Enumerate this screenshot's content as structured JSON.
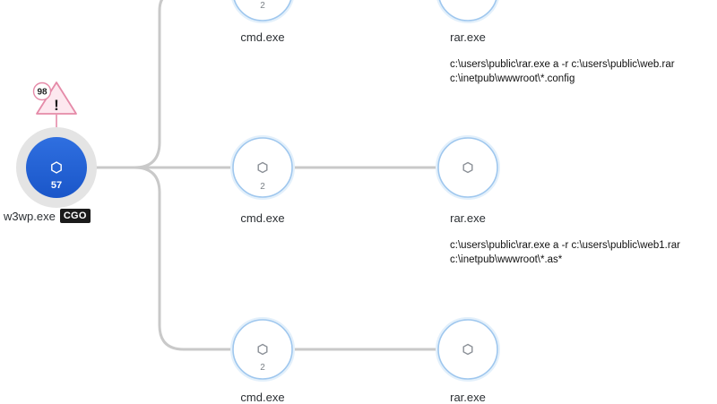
{
  "graph": {
    "root": {
      "label": "w3wp.exe",
      "tag": "CGO",
      "count": "57",
      "alert": {
        "score": "98",
        "symbol": "!"
      }
    },
    "branches": [
      {
        "child": {
          "label": "cmd.exe",
          "count": "2"
        },
        "grandchild": {
          "label": "rar.exe",
          "count": ""
        },
        "command_lines": [
          "c:\\users\\public\\rar.exe a -r c:\\users\\public\\web.rar",
          "c:\\inetpub\\wwwroot\\*.config"
        ]
      },
      {
        "child": {
          "label": "cmd.exe",
          "count": "2"
        },
        "grandchild": {
          "label": "rar.exe",
          "count": ""
        },
        "command_lines": [
          "c:\\users\\public\\rar.exe a -r c:\\users\\public\\web1.rar",
          "c:\\inetpub\\wwwroot\\*.as*"
        ]
      },
      {
        "child": {
          "label": "cmd.exe",
          "count": "2"
        },
        "grandchild": {
          "label": "rar.exe",
          "count": ""
        },
        "command_lines": []
      }
    ]
  },
  "colors": {
    "root_fill_top": "#2f6fe0",
    "root_fill_bottom": "#1a56c9",
    "root_halo": "#e4e4e4",
    "alert_fill": "#fde8ef",
    "alert_stroke": "#e58aa8",
    "node_ring": "#9fc7ee",
    "edge": "#c9c9c9"
  },
  "icons": {
    "node": "hexagon-icon",
    "alert": "warning-triangle-icon",
    "score": "score-badge"
  }
}
